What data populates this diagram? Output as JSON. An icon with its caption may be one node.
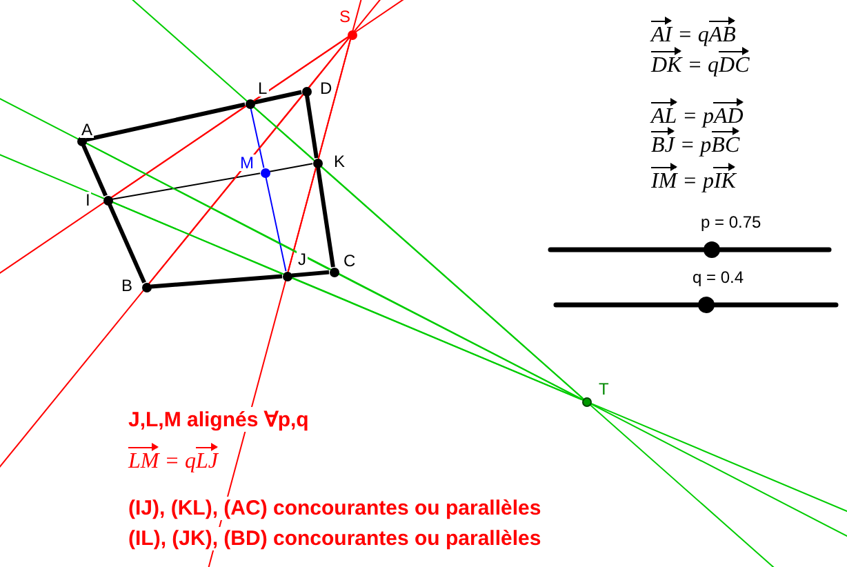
{
  "diagram": {
    "nodes": [
      {
        "text": [],
        "shape": "circle",
        "beside": [
          "A"
        ]
      },
      {
        "text": [],
        "shape": "circle",
        "beside": [
          "L"
        ]
      },
      {
        "text": [],
        "shape": "circle",
        "beside": [
          "D"
        ]
      },
      {
        "text": [],
        "shape": "circle",
        "beside": [
          "K"
        ]
      },
      {
        "text": [],
        "shape": "circle",
        "beside": [
          "C"
        ]
      },
      {
        "text": [],
        "shape": "circle",
        "beside": [
          "J"
        ]
      },
      {
        "text": [],
        "shape": "circle",
        "beside": [
          "B"
        ]
      },
      {
        "text": [],
        "shape": "circle",
        "beside": [
          "I"
        ]
      },
      {
        "text": [],
        "shape": "circle",
        "beside": [
          "M"
        ]
      },
      {
        "text": [],
        "shape": "circle",
        "beside": [
          "S"
        ]
      },
      {
        "text": [],
        "shape": "circle",
        "beside": [
          "T"
        ]
      }
    ],
    "edges": [
      {
        "from": 0,
        "to": 1,
        "arrow": "none",
        "style": "thick"
      },
      {
        "from": 1,
        "to": 2,
        "arrow": "none",
        "style": "thick"
      },
      {
        "from": 2,
        "to": 3,
        "arrow": "none",
        "style": "thick"
      },
      {
        "from": 3,
        "to": 4,
        "arrow": "none",
        "style": "thick"
      },
      {
        "from": 4,
        "to": 5,
        "arrow": "none",
        "style": "thick"
      },
      {
        "from": 5,
        "to": 6,
        "arrow": "none",
        "style": "thick"
      },
      {
        "from": 6,
        "to": 7,
        "arrow": "none",
        "style": "thick"
      },
      {
        "from": 7,
        "to": 0,
        "arrow": "none",
        "style": "thick"
      },
      {
        "from": 7,
        "to": 8,
        "arrow": "none"
      },
      {
        "from": 8,
        "to": 3,
        "arrow": "none"
      },
      {
        "from": 1,
        "to": 8,
        "arrow": "none",
        "color": "#0000ff"
      },
      {
        "from": 8,
        "to": 5,
        "arrow": "none",
        "color": "#0000ff"
      },
      {
        "from": 7,
        "to": 1,
        "arrow": "none",
        "color": "#ff0000"
      },
      {
        "from": 1,
        "to": 9,
        "arrow": "none",
        "color": "#ff0000"
      },
      {
        "from": 6,
        "to": 2,
        "arrow": "none",
        "color": "#ff0000"
      },
      {
        "from": 2,
        "to": 9,
        "arrow": "none",
        "color": "#ff0000"
      },
      {
        "from": 5,
        "to": 3,
        "arrow": "none",
        "color": "#ff0000"
      },
      {
        "from": 3,
        "to": 9,
        "arrow": "none",
        "color": "#ff0000"
      },
      {
        "from": 0,
        "to": 4,
        "arrow": "none",
        "color": "#00cc00"
      },
      {
        "from": 4,
        "to": 10,
        "arrow": "none",
        "color": "#00cc00"
      },
      {
        "from": 7,
        "to": 5,
        "arrow": "none",
        "color": "#00cc00"
      },
      {
        "from": 5,
        "to": 10,
        "arrow": "none",
        "color": "#00cc00"
      },
      {
        "from": 1,
        "to": 3,
        "arrow": "none",
        "color": "#00cc00"
      },
      {
        "from": 3,
        "to": 10,
        "arrow": "none",
        "color": "#00cc00"
      }
    ],
    "labels": [
      "AI = qAB",
      "DK = qDC",
      "AL = pAD",
      "BJ = pBC",
      "IM = pIK",
      "p = 0.75",
      "q = 0.4",
      "J,L,M alignés ∀p,q",
      "LM = qLJ",
      "(IJ), (KL), (AC) concourantes ou parallèles",
      "(IL), (JK), (BD) concourantes ou parallèles"
    ]
  }
}
